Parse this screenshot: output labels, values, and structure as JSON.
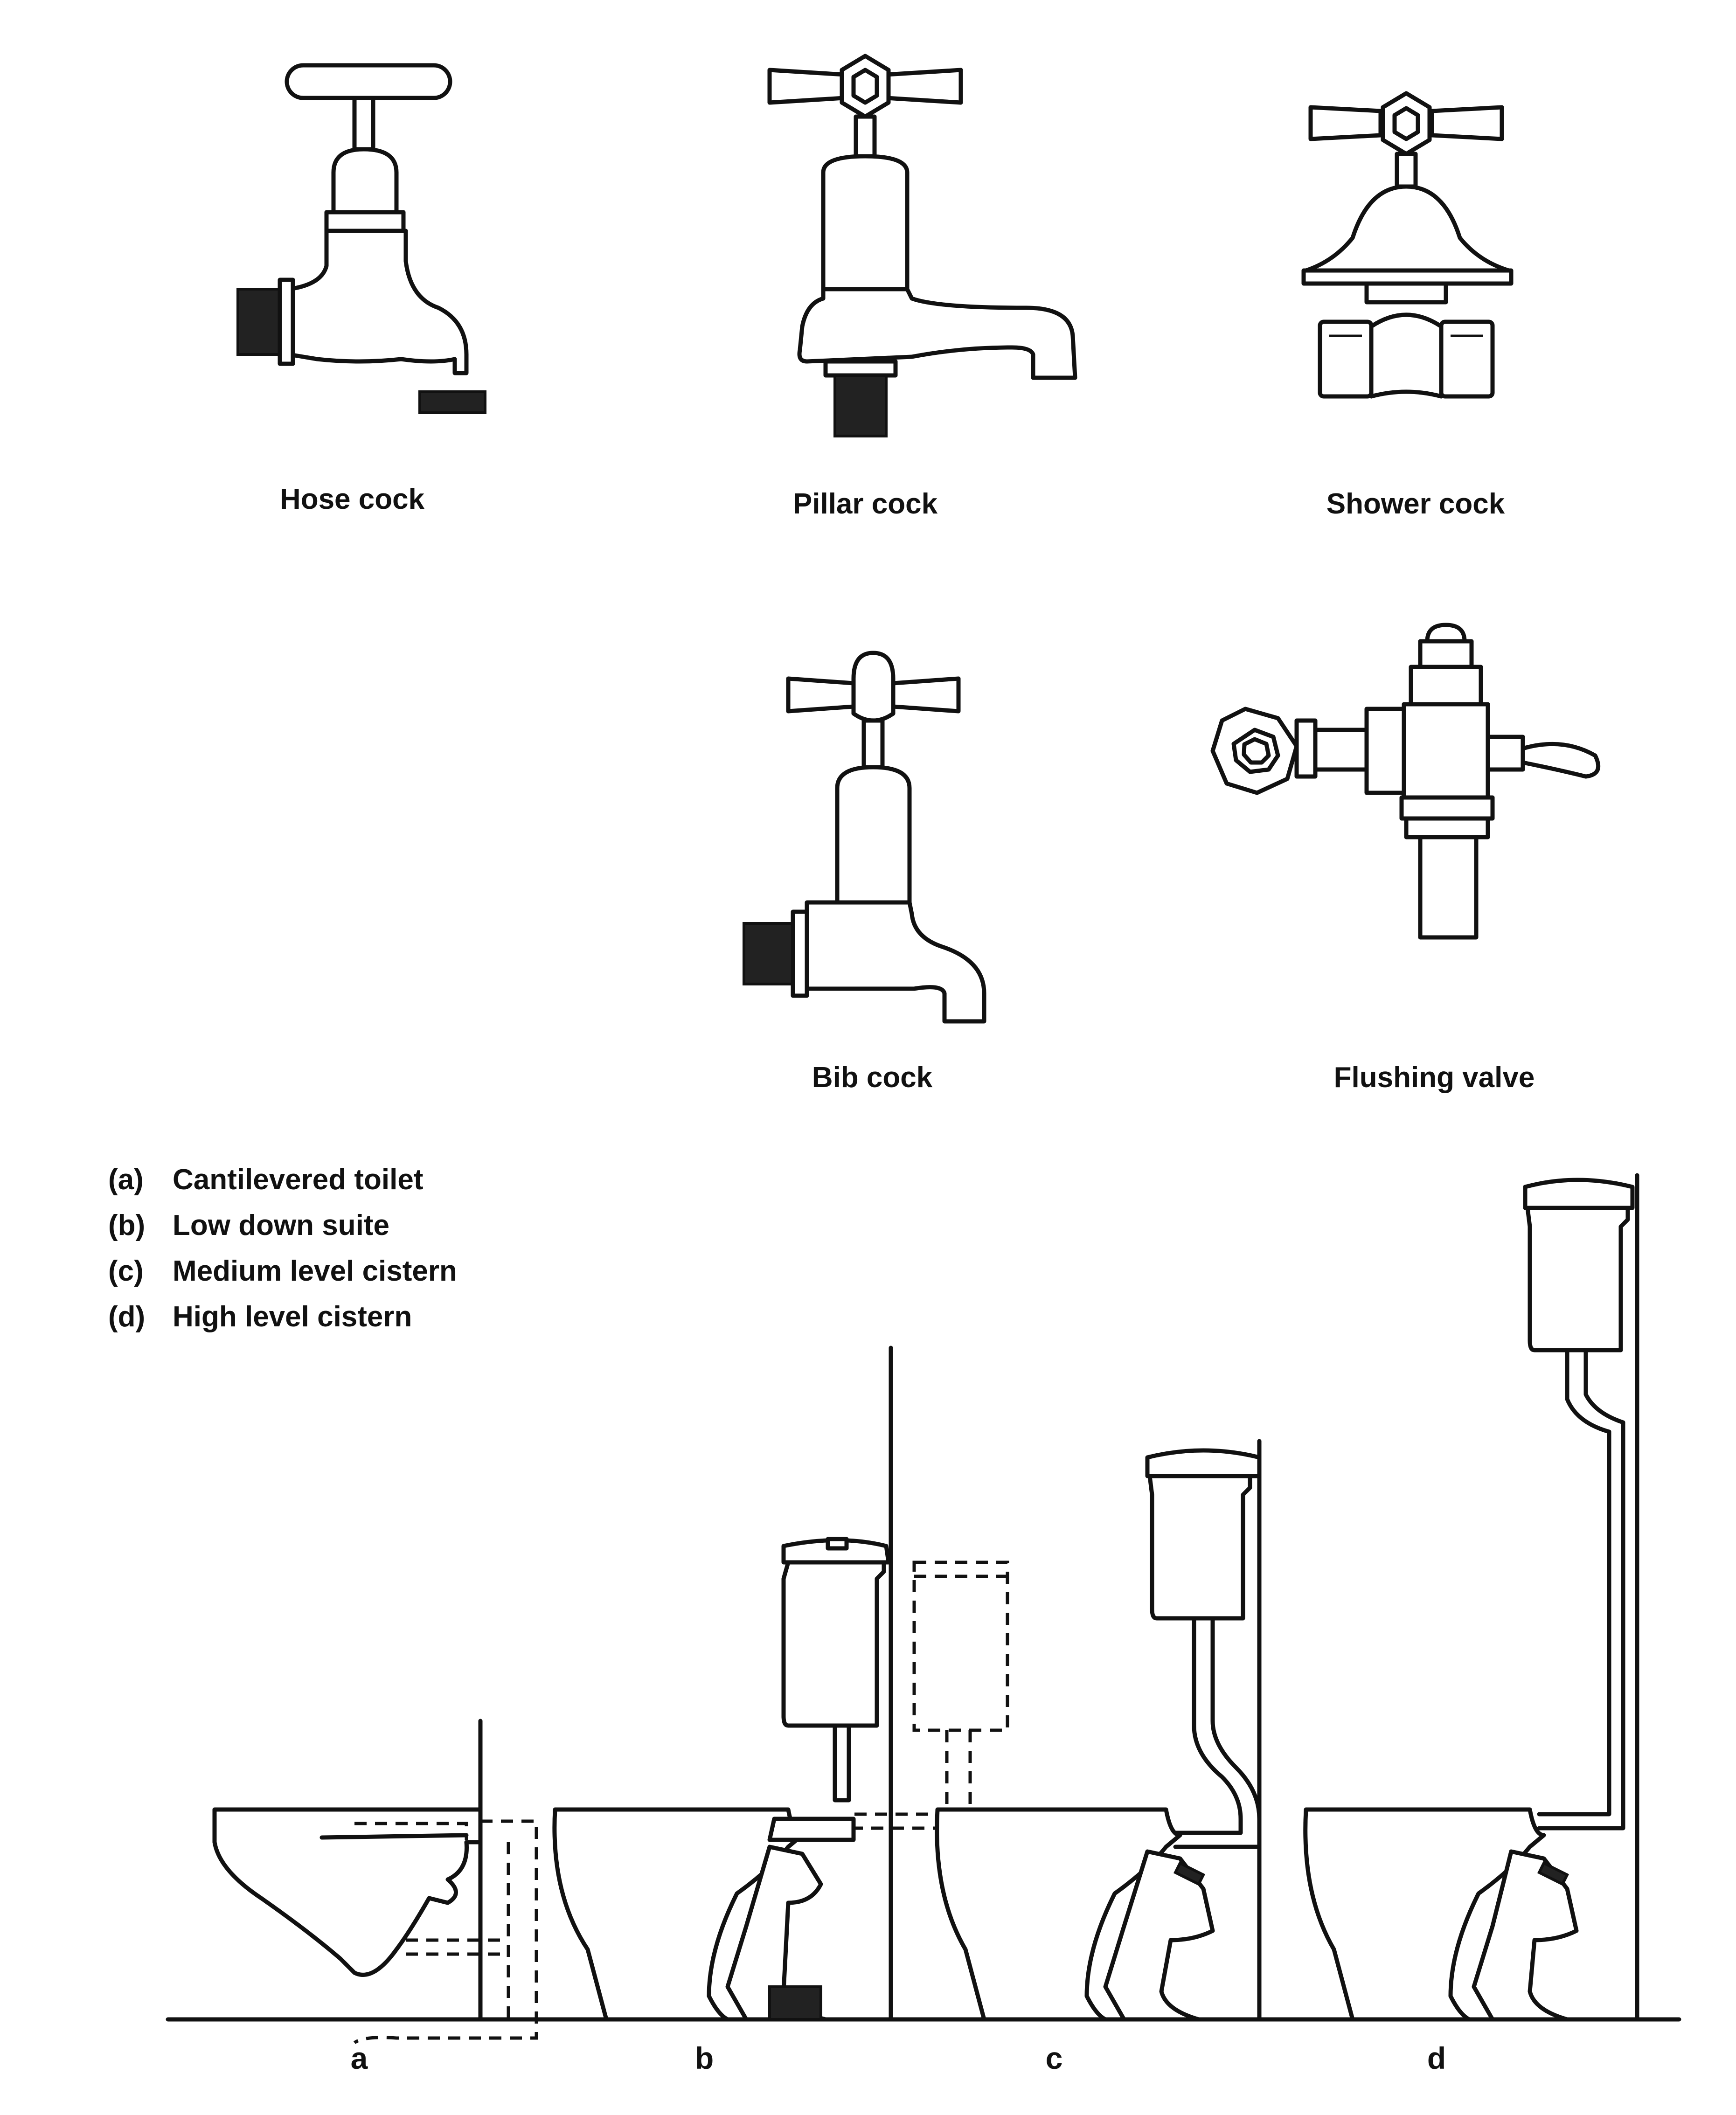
{
  "fittings": {
    "hose_cock": "Hose cock",
    "pillar_cock": "Pillar cock",
    "shower_cock": "Shower cock",
    "bib_cock": "Bib cock",
    "flushing_valve": "Flushing valve"
  },
  "legend": [
    {
      "key": "(a)",
      "text": "Cantilevered toilet"
    },
    {
      "key": "(b)",
      "text": "Low down suite"
    },
    {
      "key": "(c)",
      "text": "Medium level cistern"
    },
    {
      "key": "(d)",
      "text": "High level cistern"
    }
  ],
  "toilet_letters": [
    "a",
    "b",
    "c",
    "d"
  ]
}
